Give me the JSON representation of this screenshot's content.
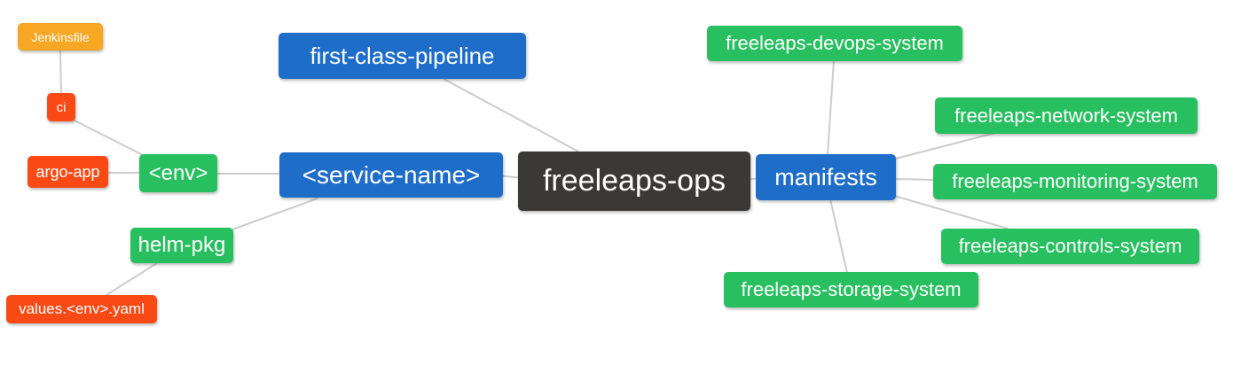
{
  "diagram": {
    "type": "mindmap",
    "root": "freeleaps_ops",
    "palette": {
      "blue": "#1e6dc8",
      "green": "#27bf5f",
      "red": "#f94a16",
      "amber": "#f7a723",
      "dark": "#3b3838",
      "edge": "#cccccc",
      "background": "#ffffff",
      "text": "#ffffff"
    },
    "nodes": {
      "jenkinsfile": {
        "label": "Jenkinsfile",
        "color": "amber"
      },
      "ci": {
        "label": "ci",
        "color": "red"
      },
      "argo_app": {
        "label": "argo-app",
        "color": "red"
      },
      "env": {
        "label": "<env>",
        "color": "green"
      },
      "helm_pkg": {
        "label": "helm-pkg",
        "color": "green"
      },
      "values_env_yaml": {
        "label": "values.<env>.yaml",
        "color": "red"
      },
      "first_class_pipeline": {
        "label": "first-class-pipeline",
        "color": "blue"
      },
      "service_name": {
        "label": "<service-name>",
        "color": "blue"
      },
      "freeleaps_ops": {
        "label": "freeleaps-ops",
        "color": "dark"
      },
      "manifests": {
        "label": "manifests",
        "color": "blue"
      },
      "devops_system": {
        "label": "freeleaps-devops-system",
        "color": "green"
      },
      "network_system": {
        "label": "freeleaps-network-system",
        "color": "green"
      },
      "monitoring_system": {
        "label": "freeleaps-monitoring-system",
        "color": "green"
      },
      "controls_system": {
        "label": "freeleaps-controls-system",
        "color": "green"
      },
      "storage_system": {
        "label": "freeleaps-storage-system",
        "color": "green"
      }
    },
    "edges": [
      {
        "from": "jenkinsfile",
        "to": "ci"
      },
      {
        "from": "ci",
        "to": "env"
      },
      {
        "from": "argo_app",
        "to": "env"
      },
      {
        "from": "env",
        "to": "service_name"
      },
      {
        "from": "helm_pkg",
        "to": "service_name"
      },
      {
        "from": "values_env_yaml",
        "to": "helm_pkg"
      },
      {
        "from": "first_class_pipeline",
        "to": "freeleaps_ops"
      },
      {
        "from": "service_name",
        "to": "freeleaps_ops"
      },
      {
        "from": "freeleaps_ops",
        "to": "manifests"
      },
      {
        "from": "manifests",
        "to": "devops_system"
      },
      {
        "from": "manifests",
        "to": "network_system"
      },
      {
        "from": "manifests",
        "to": "monitoring_system"
      },
      {
        "from": "manifests",
        "to": "controls_system"
      },
      {
        "from": "manifests",
        "to": "storage_system"
      }
    ]
  }
}
